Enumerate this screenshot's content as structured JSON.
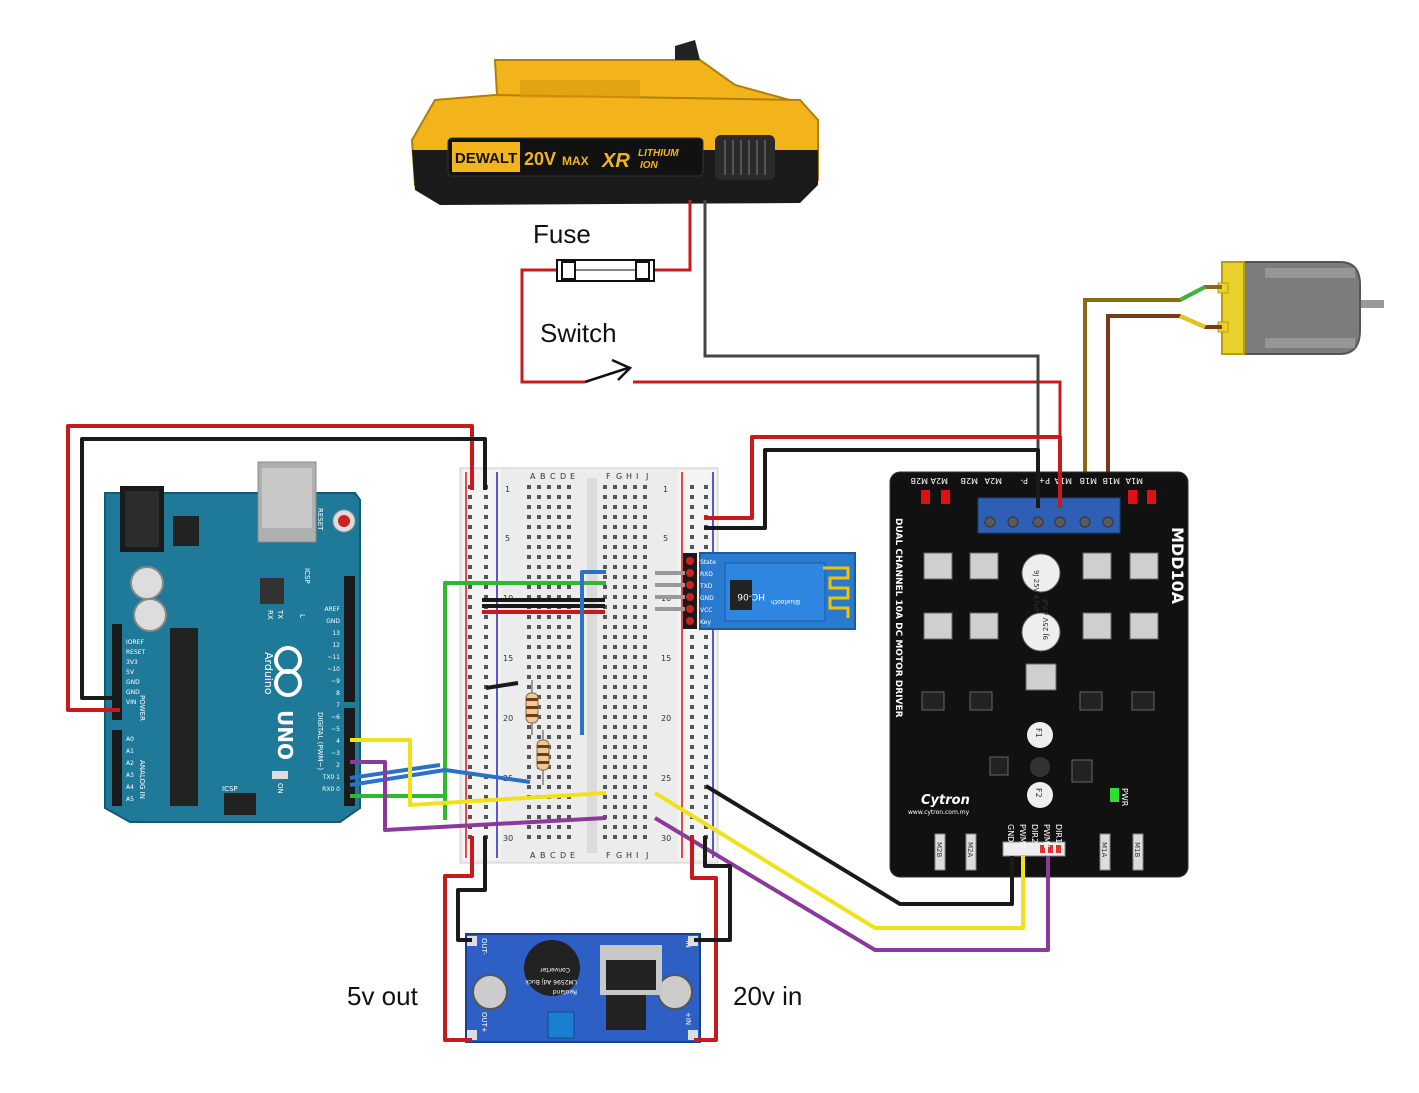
{
  "labels": {
    "fuse": "Fuse",
    "switch": "Switch",
    "out5v": "5v out",
    "in20v": "20v in"
  },
  "battery": {
    "brand": "DEWALT",
    "voltage": "20V",
    "max": "MAX",
    "xr": "XR",
    "chem_line1": "LITHIUM",
    "chem_line2": "ION",
    "color": "#f3b31b"
  },
  "arduino": {
    "name": "UNO",
    "brand": "Arduino",
    "reset": "RESET",
    "icsp": "ICSP",
    "icsp2": "ICSP",
    "on": "ON",
    "tx": "TX",
    "rx": "RX",
    "l": "L",
    "digital": "DIGITAL (PWM~)",
    "analog": "ANALOG IN",
    "power": "POWER",
    "power_pins": [
      "IOREF",
      "RESET",
      "3V3",
      "5V",
      "GND",
      "GND",
      "VIN"
    ],
    "analog_pins": [
      "A0",
      "A1",
      "A2",
      "A3",
      "A4",
      "A5"
    ],
    "digital_pins": [
      "AREF",
      "GND",
      "13",
      "12",
      "~11",
      "~10",
      "~9",
      "8",
      "7",
      "~6",
      "~5",
      "4",
      "~3",
      "2",
      "TX0 1",
      "RX0 0"
    ],
    "color": "#1f7a9a"
  },
  "breadboard": {
    "cols_left": [
      "A",
      "B",
      "C",
      "D",
      "E"
    ],
    "cols_right": [
      "F",
      "G",
      "H",
      "I",
      "J"
    ],
    "row_numbers": [
      "1",
      "5",
      "10",
      "15",
      "20",
      "25",
      "30"
    ]
  },
  "bluetooth": {
    "model": "HC-06",
    "sub": "Bluetooth",
    "pins": [
      "State",
      "RXD",
      "TXD",
      "GND",
      "VCC",
      "Key"
    ]
  },
  "driver": {
    "name": "MDD10A",
    "subtitle": "DUAL CHANNEL 10A DC MOTOR DRIVER",
    "brand": "Cytron",
    "url": "www.cytron.com.my",
    "top_labels": [
      "M2B",
      "M2A",
      "M2B",
      "M2A",
      "P-",
      "P+",
      "M1A",
      "M1B",
      "M1B",
      "M1A"
    ],
    "bottom_labels": [
      "M2B",
      "M2A",
      "M1A",
      "M1B"
    ],
    "control_pins": [
      "GND",
      "PWM2",
      "DIR2",
      "PWM1",
      "DIR1"
    ],
    "pwr": "PWR",
    "fuse1": "F1",
    "fuse2": "F2",
    "cap": "9J 25V 47uF"
  },
  "buck": {
    "line1": "Reoland",
    "line2": "LM2596 Adj Buck",
    "line3": "Converter",
    "out_minus": "OUT-",
    "out_plus": "OUT+",
    "in_minus": "-IN",
    "in_plus": "+IN"
  }
}
